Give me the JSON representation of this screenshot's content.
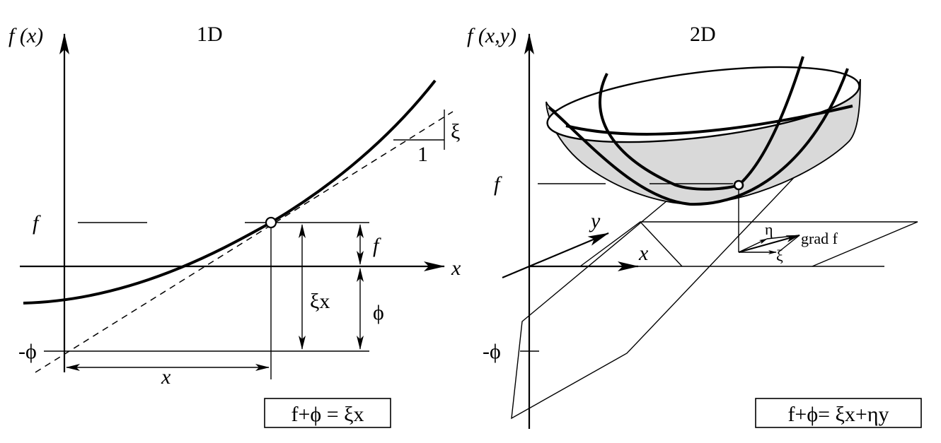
{
  "left_panel": {
    "title": "1D",
    "y_axis_label": "f (x)",
    "x_axis_label": "x",
    "f_label": "f",
    "f_right_label": "f",
    "neg_phi_label": "-ϕ",
    "phi_label": "ϕ",
    "xi_x_label": "ξx",
    "x_span_label": "x",
    "slope_rise_label": "ξ",
    "slope_run_label": "1",
    "equation": "f+ϕ = ξx"
  },
  "right_panel": {
    "title": "2D",
    "z_axis_label": "f (x,y)",
    "x_axis_label": "x",
    "y_axis_label": "y",
    "f_label": "f",
    "neg_phi_label": "-ϕ",
    "eta_label": "η",
    "xi_label": "ξ",
    "grad_label": "grad f",
    "equation": "f+ϕ= ξx+ηy",
    "surface_fill": "#d9d9d9"
  }
}
